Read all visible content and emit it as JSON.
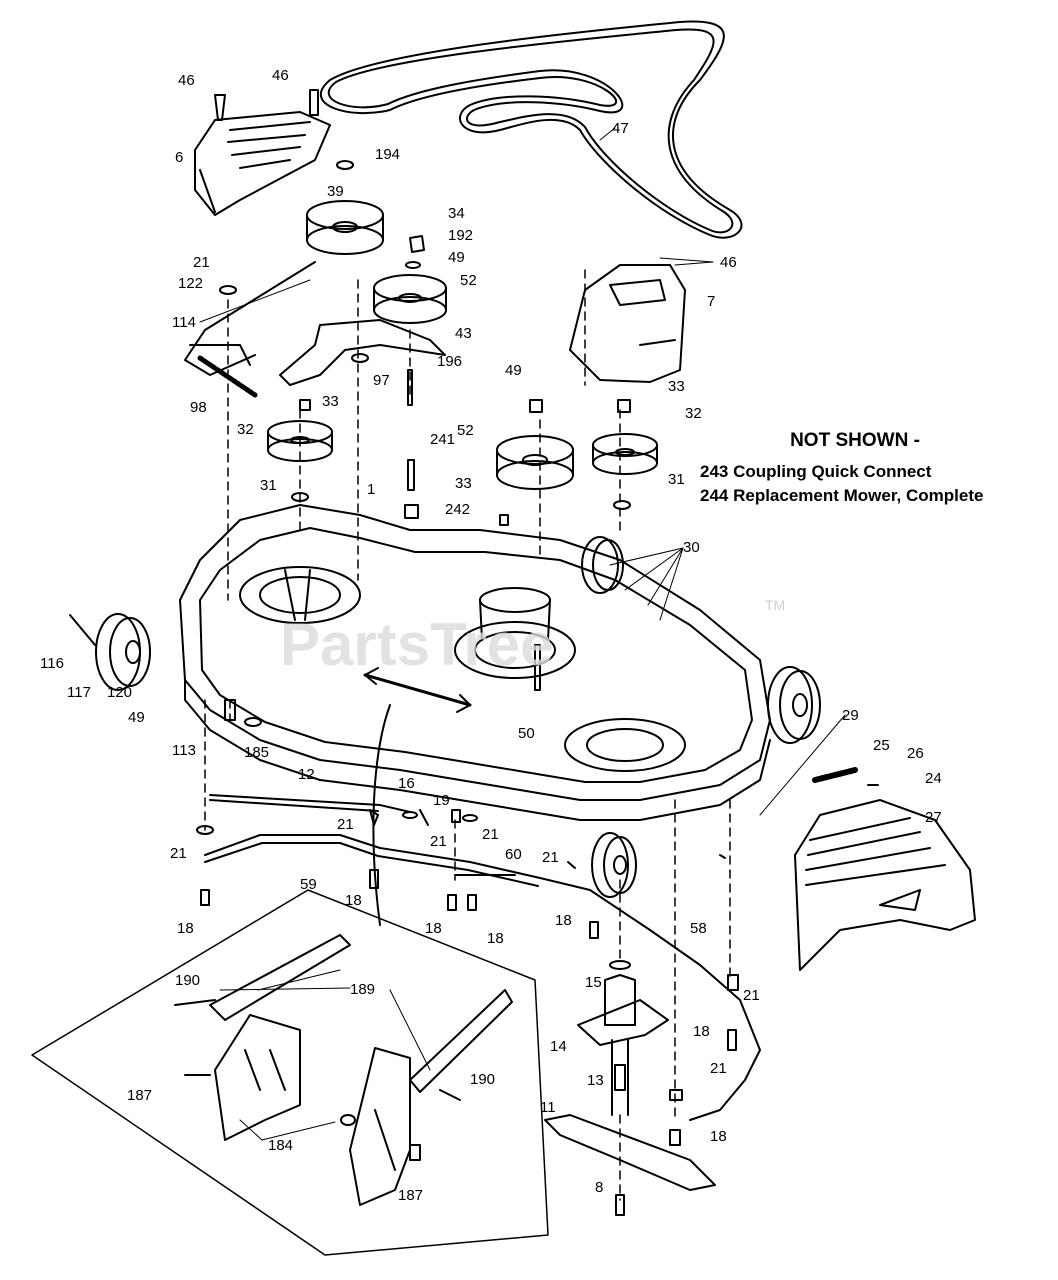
{
  "watermark": {
    "text": "PartsTree",
    "trademark": "TM"
  },
  "not_shown": {
    "heading": "NOT SHOWN -",
    "items": [
      "243 Coupling Quick Connect",
      "244 Replacement Mower, Complete"
    ]
  },
  "part_labels": {
    "p46a": "46",
    "p46b": "46",
    "p46c": "46",
    "p6": "6",
    "p194": "194",
    "p47": "47",
    "p39": "39",
    "p34": "34",
    "p192": "192",
    "p49a": "49",
    "p52a": "52",
    "p21a": "21",
    "p122": "122",
    "p114": "114",
    "p43": "43",
    "p196": "196",
    "p97": "97",
    "p98": "98",
    "p33a": "33",
    "p7": "7",
    "p49b": "49",
    "p33b": "33",
    "p32a": "32",
    "p32b": "32",
    "p52b": "52",
    "p241": "241",
    "p31a": "31",
    "p31b": "31",
    "p1": "1",
    "p33c": "33",
    "p242": "242",
    "p30": "30",
    "p116": "116",
    "p117": "117",
    "p120": "120",
    "p49c": "49",
    "p113": "113",
    "p185": "185",
    "p50": "50",
    "p29": "29",
    "p25": "25",
    "p26": "26",
    "p24": "24",
    "p12": "12",
    "p16": "16",
    "p19": "19",
    "p21b": "21",
    "p21c": "21",
    "p21d": "21",
    "p21e": "21",
    "p27": "27",
    "p21f": "21",
    "p60": "60",
    "p59": "59",
    "p18a": "18",
    "p18b": "18",
    "p18c": "18",
    "p18d": "18",
    "p18e": "18",
    "p58": "58",
    "p15": "15",
    "p21g": "21",
    "p190a": "190",
    "p189": "189",
    "p18f": "18",
    "p14": "14",
    "p21h": "21",
    "p13": "13",
    "p187a": "187",
    "p190b": "190",
    "p184": "184",
    "p11": "11",
    "p18g": "18",
    "p187b": "187",
    "p8": "8"
  }
}
